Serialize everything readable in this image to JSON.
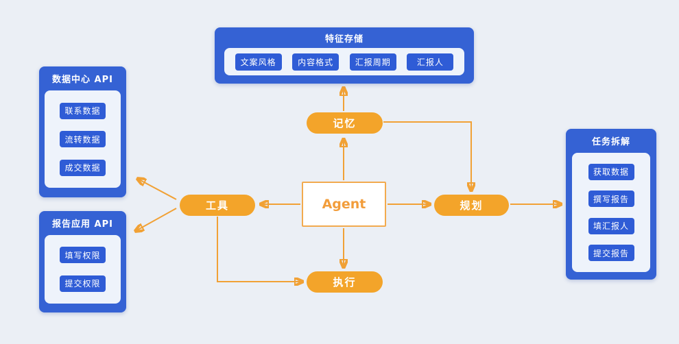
{
  "diagram": {
    "agent_label": "Agent",
    "nodes": {
      "memory": "记忆",
      "tools": "工具",
      "planning": "规划",
      "execution": "执行"
    },
    "feature_store": {
      "title": "特征存储",
      "items": [
        "文案风格",
        "内容格式",
        "汇报周期",
        "汇报人"
      ]
    },
    "data_center_api": {
      "title": "数据中心 API",
      "items": [
        "联系数据",
        "流转数据",
        "成交数据"
      ]
    },
    "report_app_api": {
      "title": "报告应用 API",
      "items": [
        "填写权限",
        "提交权限"
      ]
    },
    "task_breakdown": {
      "title": "任务拆解",
      "items": [
        "获取数据",
        "撰写报告",
        "填汇报人",
        "提交报告"
      ]
    },
    "colors": {
      "background": "#ebeff5",
      "group_box_blue": "#3562d4",
      "chip_blue": "#2f5cd6",
      "panel_light": "#eef3fb",
      "node_orange": "#f3a42a",
      "arrow_orange": "#f1a135",
      "agent_border": "#f2aa4e",
      "agent_text": "#f29d3b"
    }
  }
}
